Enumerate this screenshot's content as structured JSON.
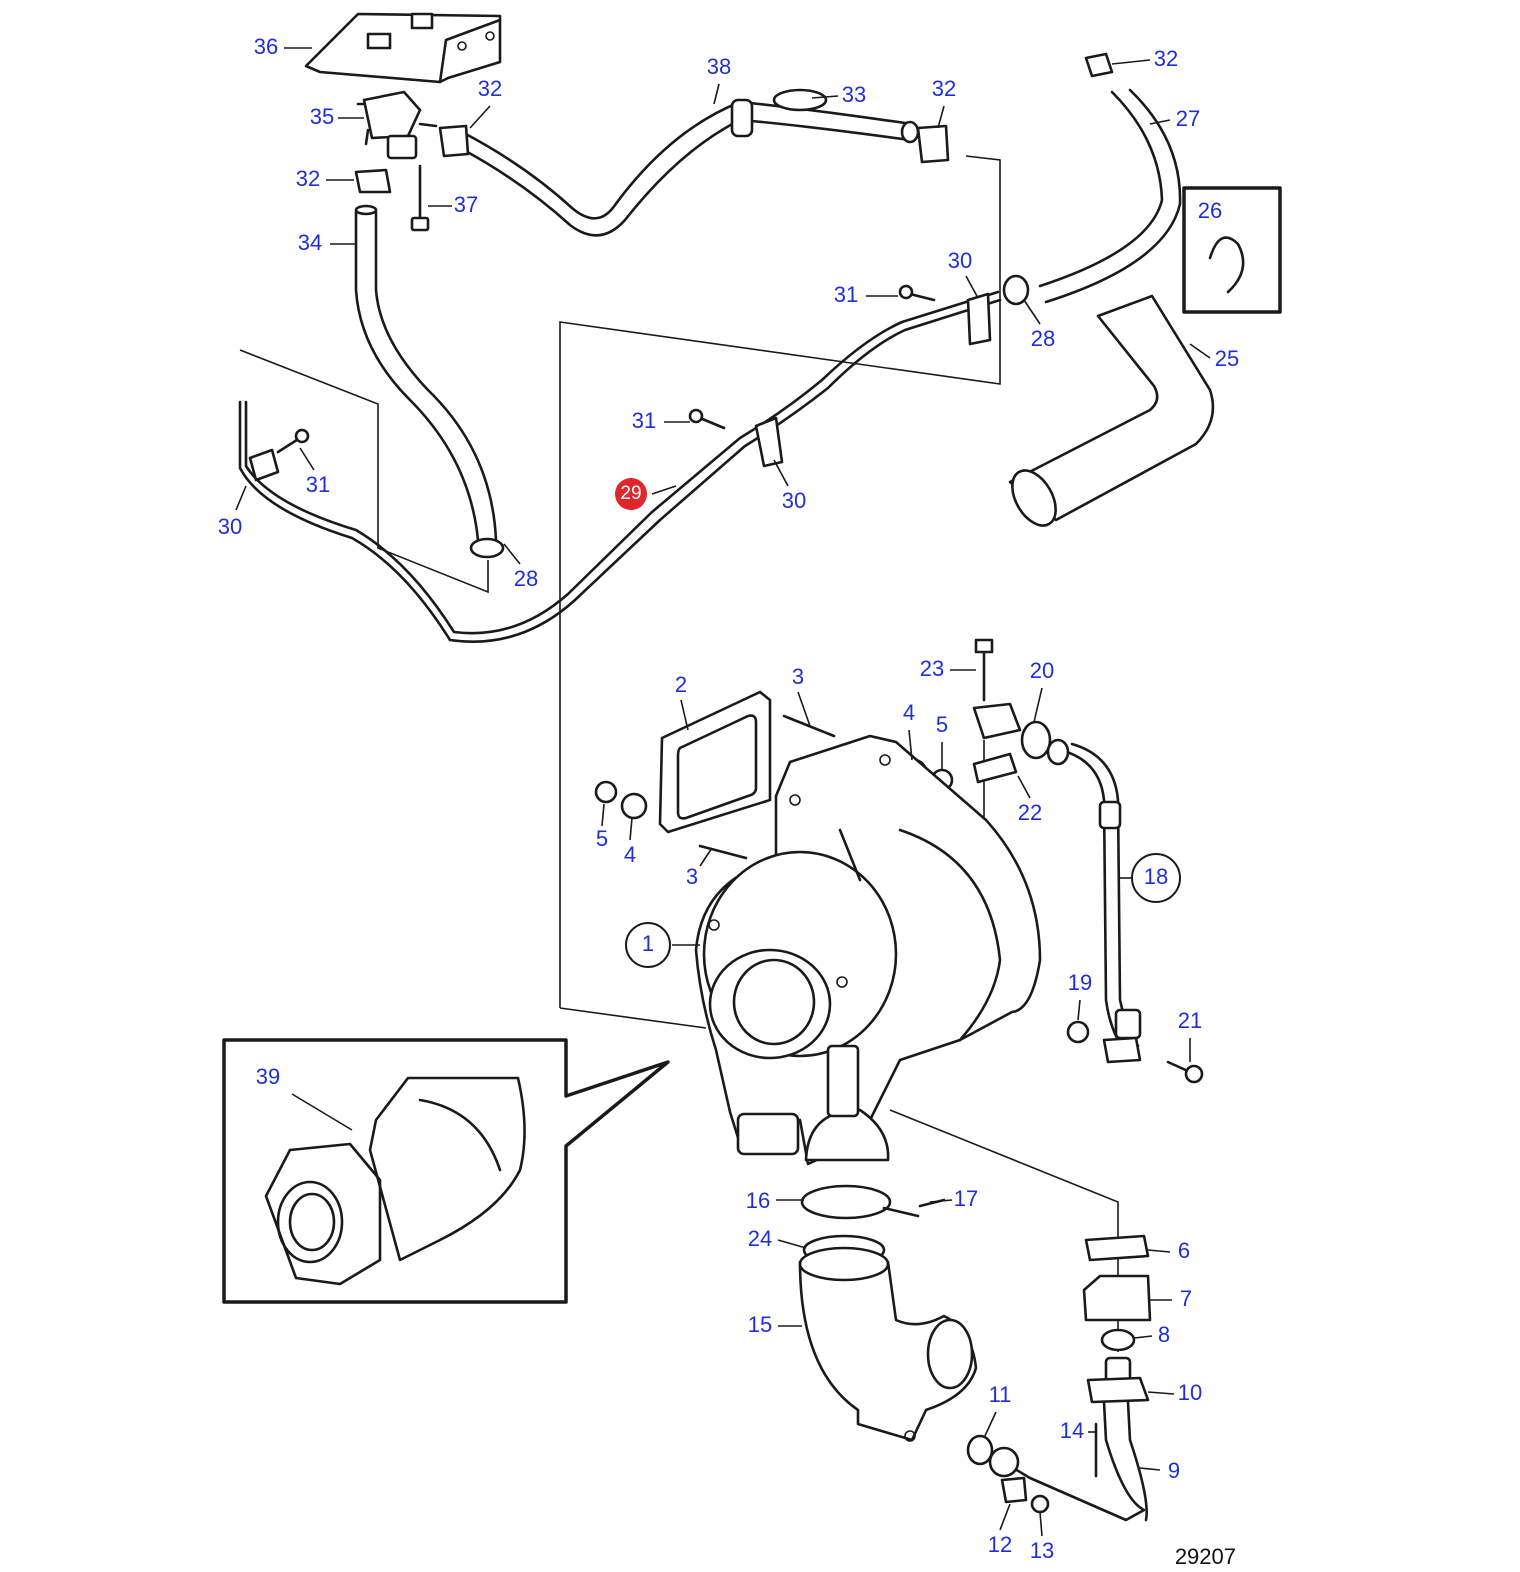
{
  "diagram": {
    "figure_number": "29207",
    "label_color": "#1f2fd6",
    "highlight_color": "#e0262a",
    "line_color": "#1a1a1a",
    "highlighted_part": "29",
    "callouts": [
      "1",
      "2",
      "3",
      "3",
      "4",
      "4",
      "5",
      "5",
      "6",
      "7",
      "8",
      "9",
      "10",
      "11",
      "12",
      "13",
      "14",
      "15",
      "16",
      "17",
      "18",
      "19",
      "20",
      "21",
      "22",
      "23",
      "24",
      "25",
      "26",
      "27",
      "28",
      "28",
      "29",
      "30",
      "30",
      "30",
      "31",
      "31",
      "31",
      "32",
      "32",
      "32",
      "32",
      "33",
      "34",
      "35",
      "36",
      "37",
      "38",
      "39"
    ],
    "circled_callouts": [
      "1",
      "18"
    ],
    "boxed_callouts": [
      "26",
      "39"
    ]
  }
}
